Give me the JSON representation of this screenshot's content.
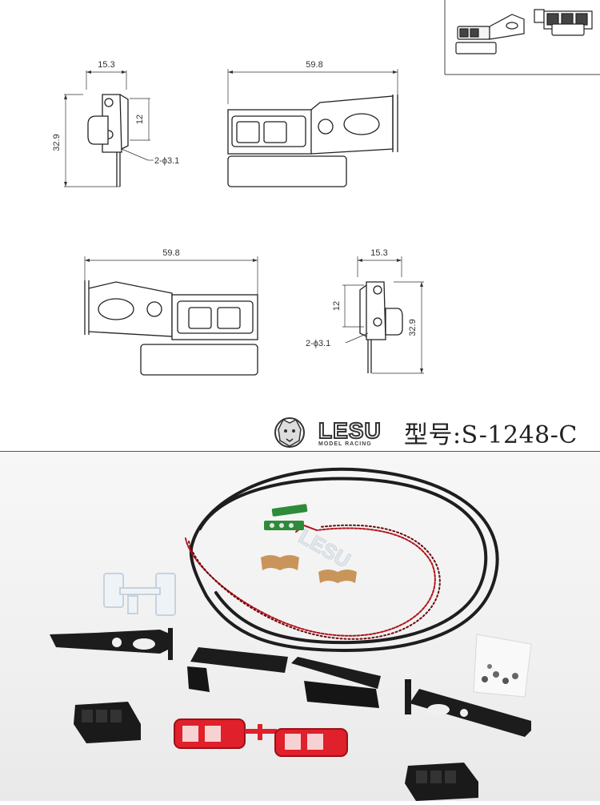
{
  "dimensions": {
    "width_15_3": "15.3",
    "length_59_8": "59.8",
    "height_32_9": "32.9",
    "spacing_12": "12",
    "holes": "2-ϕ3.1"
  },
  "brand": {
    "name": "LESU",
    "sub": "MODEL RACING"
  },
  "model": {
    "label": "型号:S-1248-C"
  },
  "colors": {
    "cable": "#222222",
    "wire_red": "#b3121c",
    "pcb": "#2e8b3a",
    "bracket": "#1c1c1c",
    "lens_red": "#e0202a",
    "clear_part": "#e8eef5"
  }
}
